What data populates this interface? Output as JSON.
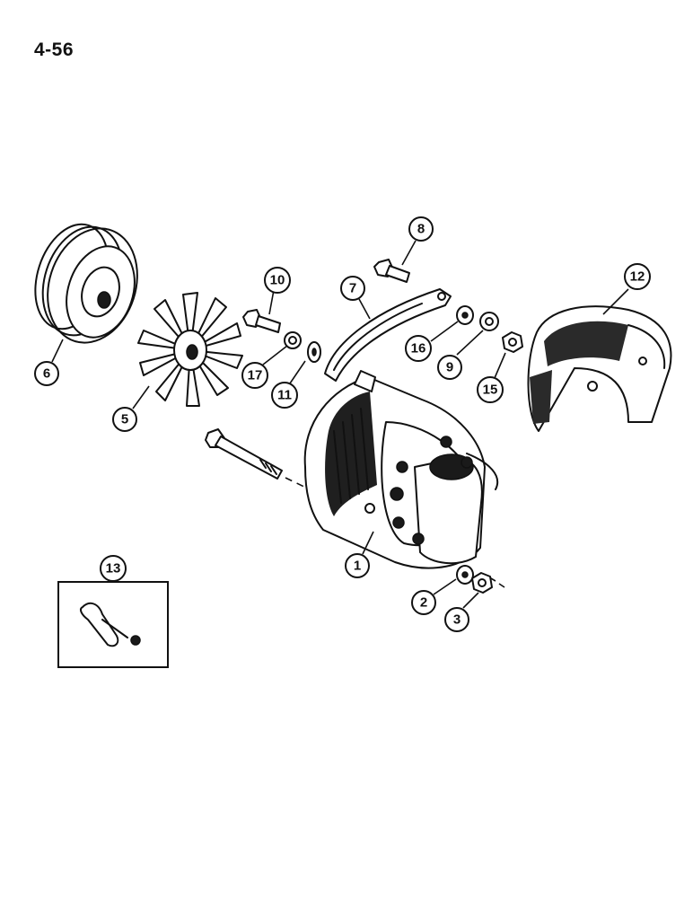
{
  "page": {
    "number": "4-56"
  },
  "callouts": [
    {
      "id": "c1",
      "label": "1"
    },
    {
      "id": "c2",
      "label": "2"
    },
    {
      "id": "c3",
      "label": "3"
    },
    {
      "id": "c5",
      "label": "5"
    },
    {
      "id": "c6",
      "label": "6"
    },
    {
      "id": "c7",
      "label": "7"
    },
    {
      "id": "c8",
      "label": "8"
    },
    {
      "id": "c9",
      "label": "9"
    },
    {
      "id": "c10",
      "label": "10"
    },
    {
      "id": "c11",
      "label": "11"
    },
    {
      "id": "c12",
      "label": "12"
    },
    {
      "id": "c13",
      "label": "13"
    },
    {
      "id": "c15",
      "label": "15"
    },
    {
      "id": "c16",
      "label": "16"
    },
    {
      "id": "c17",
      "label": "17"
    }
  ],
  "colors": {
    "ink": "#111111",
    "paper": "#ffffff"
  }
}
